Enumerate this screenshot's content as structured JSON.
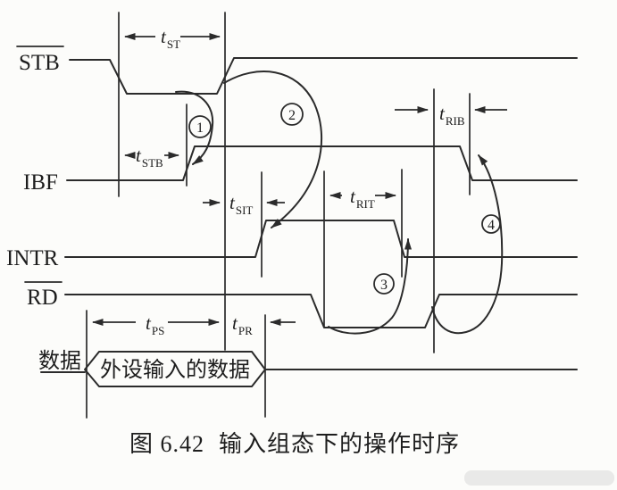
{
  "figure": {
    "caption": {
      "prefix": "图 6.42",
      "title": "输入组态下的操作时序"
    }
  },
  "signals": {
    "stb": {
      "label": "STB",
      "overline": true
    },
    "ibf": {
      "label": "IBF",
      "overline": false
    },
    "intr": {
      "label": "INTR",
      "overline": false
    },
    "rd": {
      "label": "RD",
      "overline": true
    },
    "data": {
      "label": "数据",
      "overline": false
    }
  },
  "bus": {
    "valid_label": "外设输入的数据"
  },
  "timing": {
    "t_st": {
      "base": "t",
      "sub": "ST"
    },
    "t_stb": {
      "base": "t",
      "sub": "STB"
    },
    "t_sit": {
      "base": "t",
      "sub": "SIT"
    },
    "t_rit": {
      "base": "t",
      "sub": "RIT"
    },
    "t_rib": {
      "base": "t",
      "sub": "RIB"
    },
    "t_ps": {
      "base": "t",
      "sub": "PS"
    },
    "t_pr": {
      "base": "t",
      "sub": "PR"
    }
  },
  "steps": {
    "s1": "1",
    "s2": "2",
    "s3": "3",
    "s4": "4"
  },
  "colors": {
    "ink": "#2b2b2b",
    "paper": "#fcfcfa",
    "smudge": "#d8d8d8"
  }
}
